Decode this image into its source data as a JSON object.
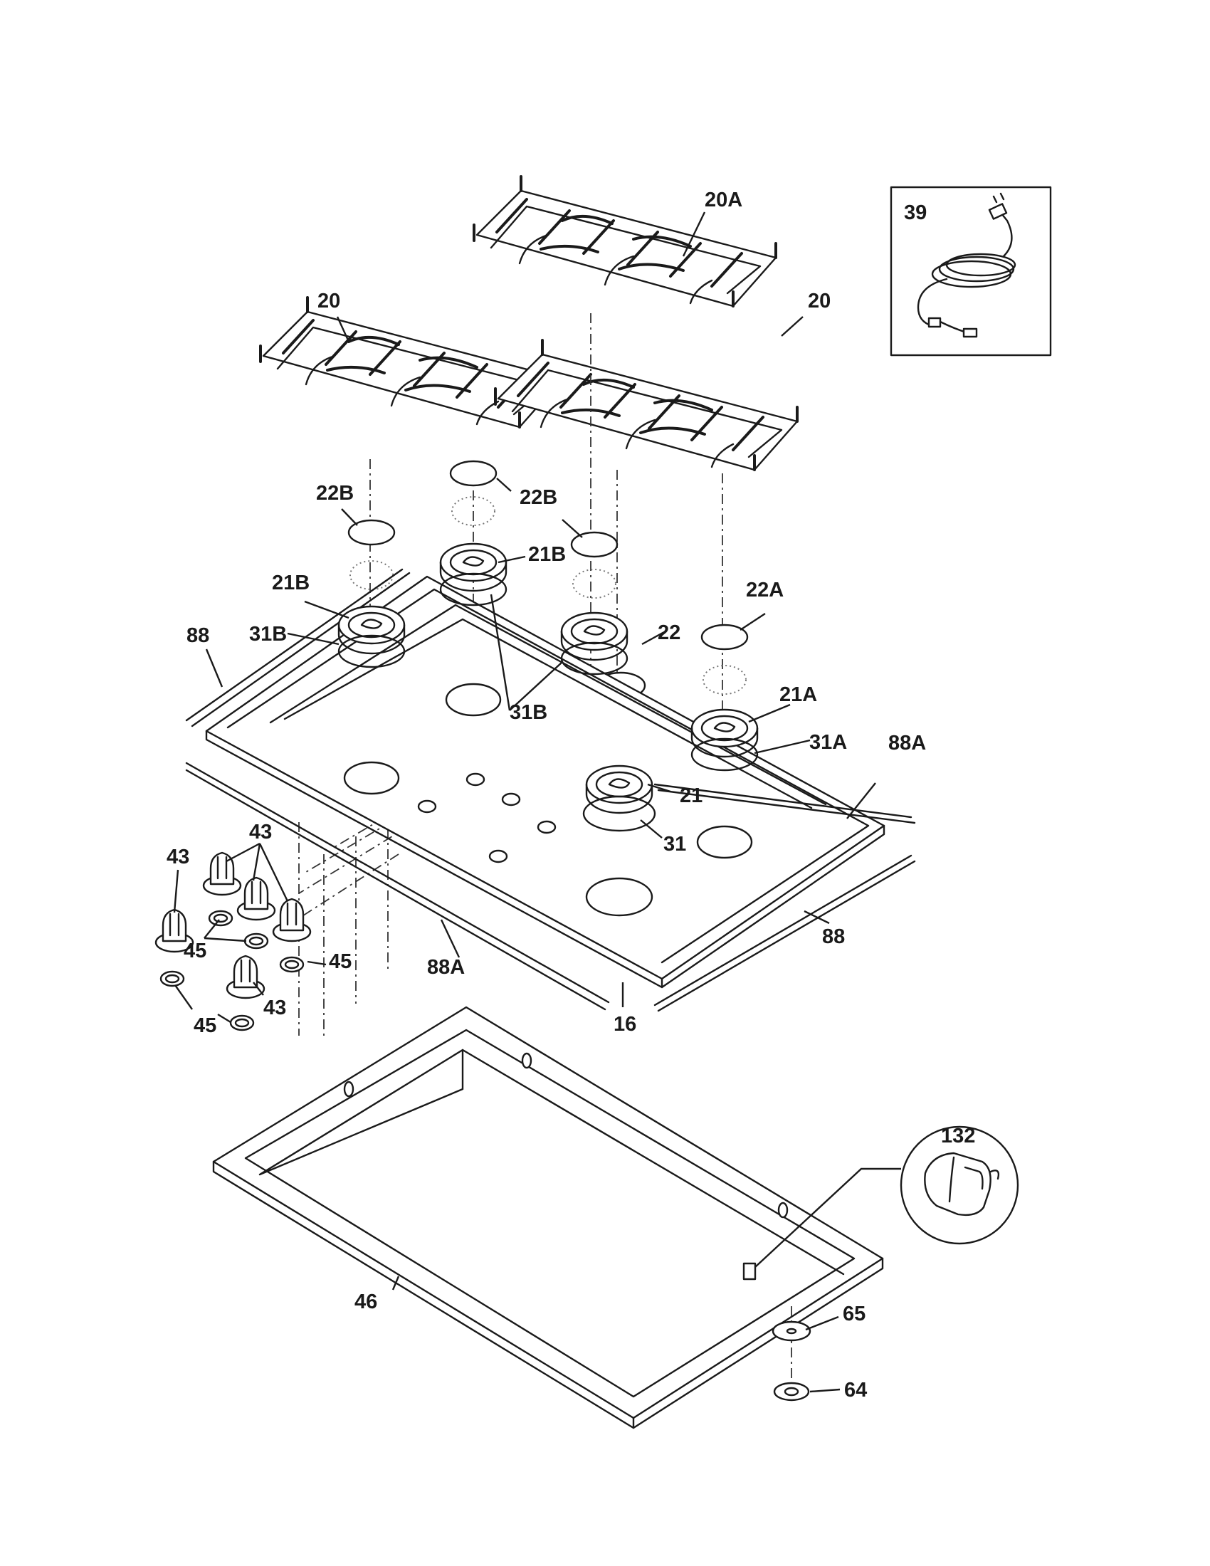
{
  "diagram": {
    "callouts": {
      "grate_rear": "20A",
      "grate_left": "20",
      "grate_right": "20",
      "power_cord": "39",
      "cap_rear": "22B",
      "cap_left": "22B",
      "cap_right_rear": "22A",
      "cap_center": "22",
      "head_left": "21B",
      "head_rear": "21B",
      "head_right_rear": "21A",
      "head_front": "21",
      "ring_left": "31B",
      "ring_rear": "31B",
      "ring_right_rear": "31A",
      "ring_front": "31",
      "trim_left": "88",
      "trim_right_rear": "88A",
      "trim_front_left": "88A",
      "trim_front_right": "88",
      "cooktop": "16",
      "knobs_top": "43",
      "knob_left": "43",
      "knob_lower": "43",
      "bezel_left": "45",
      "bezel_right": "45",
      "bezel_lower": "45",
      "burner_box": "46",
      "spark_module": "132",
      "nut": "65",
      "washer": "64"
    }
  }
}
